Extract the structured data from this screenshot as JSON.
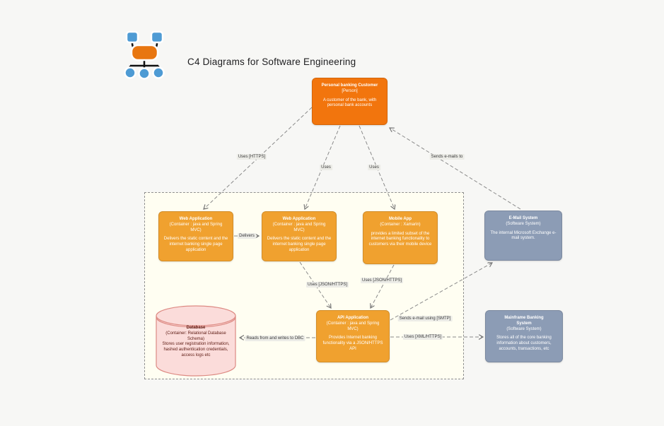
{
  "header": {
    "title": "C4 Diagrams for Software Engineering",
    "logo": "c4-model-logo"
  },
  "colors": {
    "person_box": "#f2750d",
    "container_box": "#f0a12f",
    "external_system_box": "#8c9cb5",
    "database_fill": "#fbdcda",
    "database_border": "#dd8a83",
    "boundary_fill": "#fffef2",
    "edge_line": "#8a8a8a",
    "canvas_background": "#f7f7f5"
  },
  "nodes": {
    "customer": {
      "title": "Personal banking Customer",
      "subtitle": "[Person]",
      "description": "A customer of the bank, with personal bank accounts"
    },
    "web_app_1": {
      "title": "Web Application",
      "subtitle": "(Container : java and Spring MVC)",
      "description": "Delivers the static content and the internet banking single page application"
    },
    "web_app_2": {
      "title": "Web Application",
      "subtitle": "(Container : java and Spring MVC)",
      "description": "Delivers the static content and the internet banking single page application"
    },
    "mobile_app": {
      "title": "Mobile App",
      "subtitle": "(Container : Xamarin)",
      "description": "provides a limited subset of the internet banking functionality to customers via their mobile device"
    },
    "api_app": {
      "title": "API Application",
      "subtitle": "(Container : java and Spring MVC)",
      "description": "Provides Internet banking functionality via a JSON/HTTPS API"
    },
    "database": {
      "title": "Database",
      "subtitle": "(Container: Relational Database Schema)",
      "description": "Stores user registration information, hashed authentication credentials, access logs etc"
    },
    "email_system": {
      "title": "E-Mail System",
      "subtitle": "(Software System)",
      "description": "The internal Microsoft Exchange e-mail system."
    },
    "mainframe": {
      "title": "Mainframe Banking System",
      "subtitle": "(Software System)",
      "description": "Stores all of the core banking information about customers, accounts, transactions, etc"
    }
  },
  "edges": {
    "customer_web1": {
      "label": "Uses [HTTPS]"
    },
    "customer_web2": {
      "label": "Uses"
    },
    "customer_mobile": {
      "label": "Uses"
    },
    "email_customer": {
      "label": "Sends e-mails to"
    },
    "web1_web2": {
      "label": "Delivers"
    },
    "web2_api": {
      "label": "Uses [JSON/HTTPS]"
    },
    "mobile_api": {
      "label": "Uses [JSON/HTTPS]"
    },
    "api_database": {
      "label": "Reads from and writes to DBC"
    },
    "api_email": {
      "label": "Sends e-mail using [SMTP]"
    },
    "api_mainframe": {
      "label": "Uses [XML/HTTPS]"
    }
  }
}
